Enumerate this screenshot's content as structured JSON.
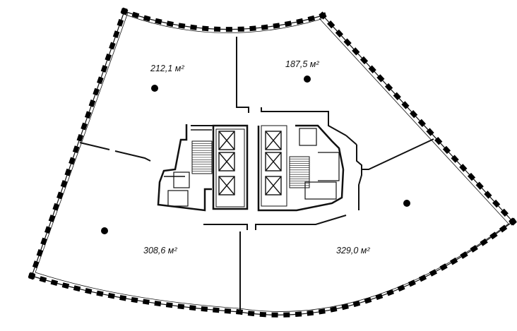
{
  "floor_plan": {
    "zones": [
      {
        "id": "north-west",
        "area_label": "212,1 м²"
      },
      {
        "id": "north-east",
        "area_label": "187,5 м²"
      },
      {
        "id": "south-west",
        "area_label": "308,6 м²"
      },
      {
        "id": "south-east",
        "area_label": "329,0 м²"
      }
    ],
    "colors": {
      "wall": "#111111",
      "column": "#000000",
      "background": "#ffffff"
    }
  }
}
